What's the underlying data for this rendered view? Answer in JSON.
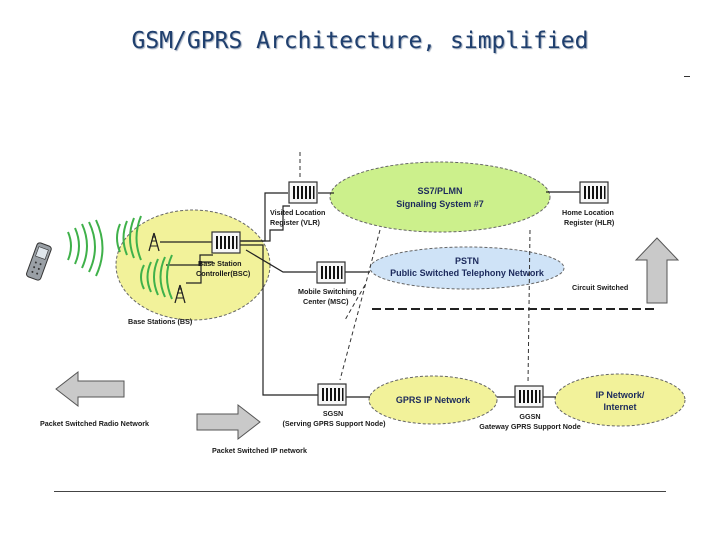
{
  "slide": {
    "title": "GSM/GPRS Architecture, simplified"
  },
  "clouds": {
    "ss7": {
      "line1": "SS7/PLMN",
      "line2": "Signaling System #7"
    },
    "pstn": {
      "line1": "PSTN",
      "line2": "Public Switched Telephony Network"
    },
    "gprs_ip": {
      "line1": "GPRS IP Network"
    },
    "ip_internet": {
      "line1": "IP Network/",
      "line2": "Internet"
    }
  },
  "nodes": {
    "vlr": {
      "line1": "Visited Location",
      "line2": "Register (VLR)"
    },
    "hlr": {
      "line1": "Home Location",
      "line2": "Register (HLR)"
    },
    "bsc": {
      "line1": "Base Station",
      "line2": "Controller(BSC)"
    },
    "msc": {
      "line1": "Mobile Switching",
      "line2": "Center (MSC)"
    },
    "sgsn": {
      "line1": "SGSN",
      "line2": "(Serving GPRS Support Node)"
    },
    "ggsn": {
      "line1": "GGSN",
      "line2": "Gateway GPRS Support Node"
    }
  },
  "labels": {
    "base_stations": "Base Stations (BS)",
    "circuit_switched": "Circuit Switched",
    "packet_radio": "Packet Switched Radio Network",
    "packet_ip": "Packet Switched IP network"
  },
  "colors": {
    "yellow_cloud": "#f2f29a",
    "green_cloud": "#ccf08c",
    "blue_cloud": "#cfe3f7",
    "arrow_gray": "#c9c9c9",
    "node_fill": "#f4f4f4",
    "radio_green": "#3fb14a",
    "title": "#1f3f6e"
  },
  "icons": [
    "mobile-phone-icon",
    "antenna-tower-icon",
    "network-node-icon",
    "radio-wave-icon"
  ]
}
